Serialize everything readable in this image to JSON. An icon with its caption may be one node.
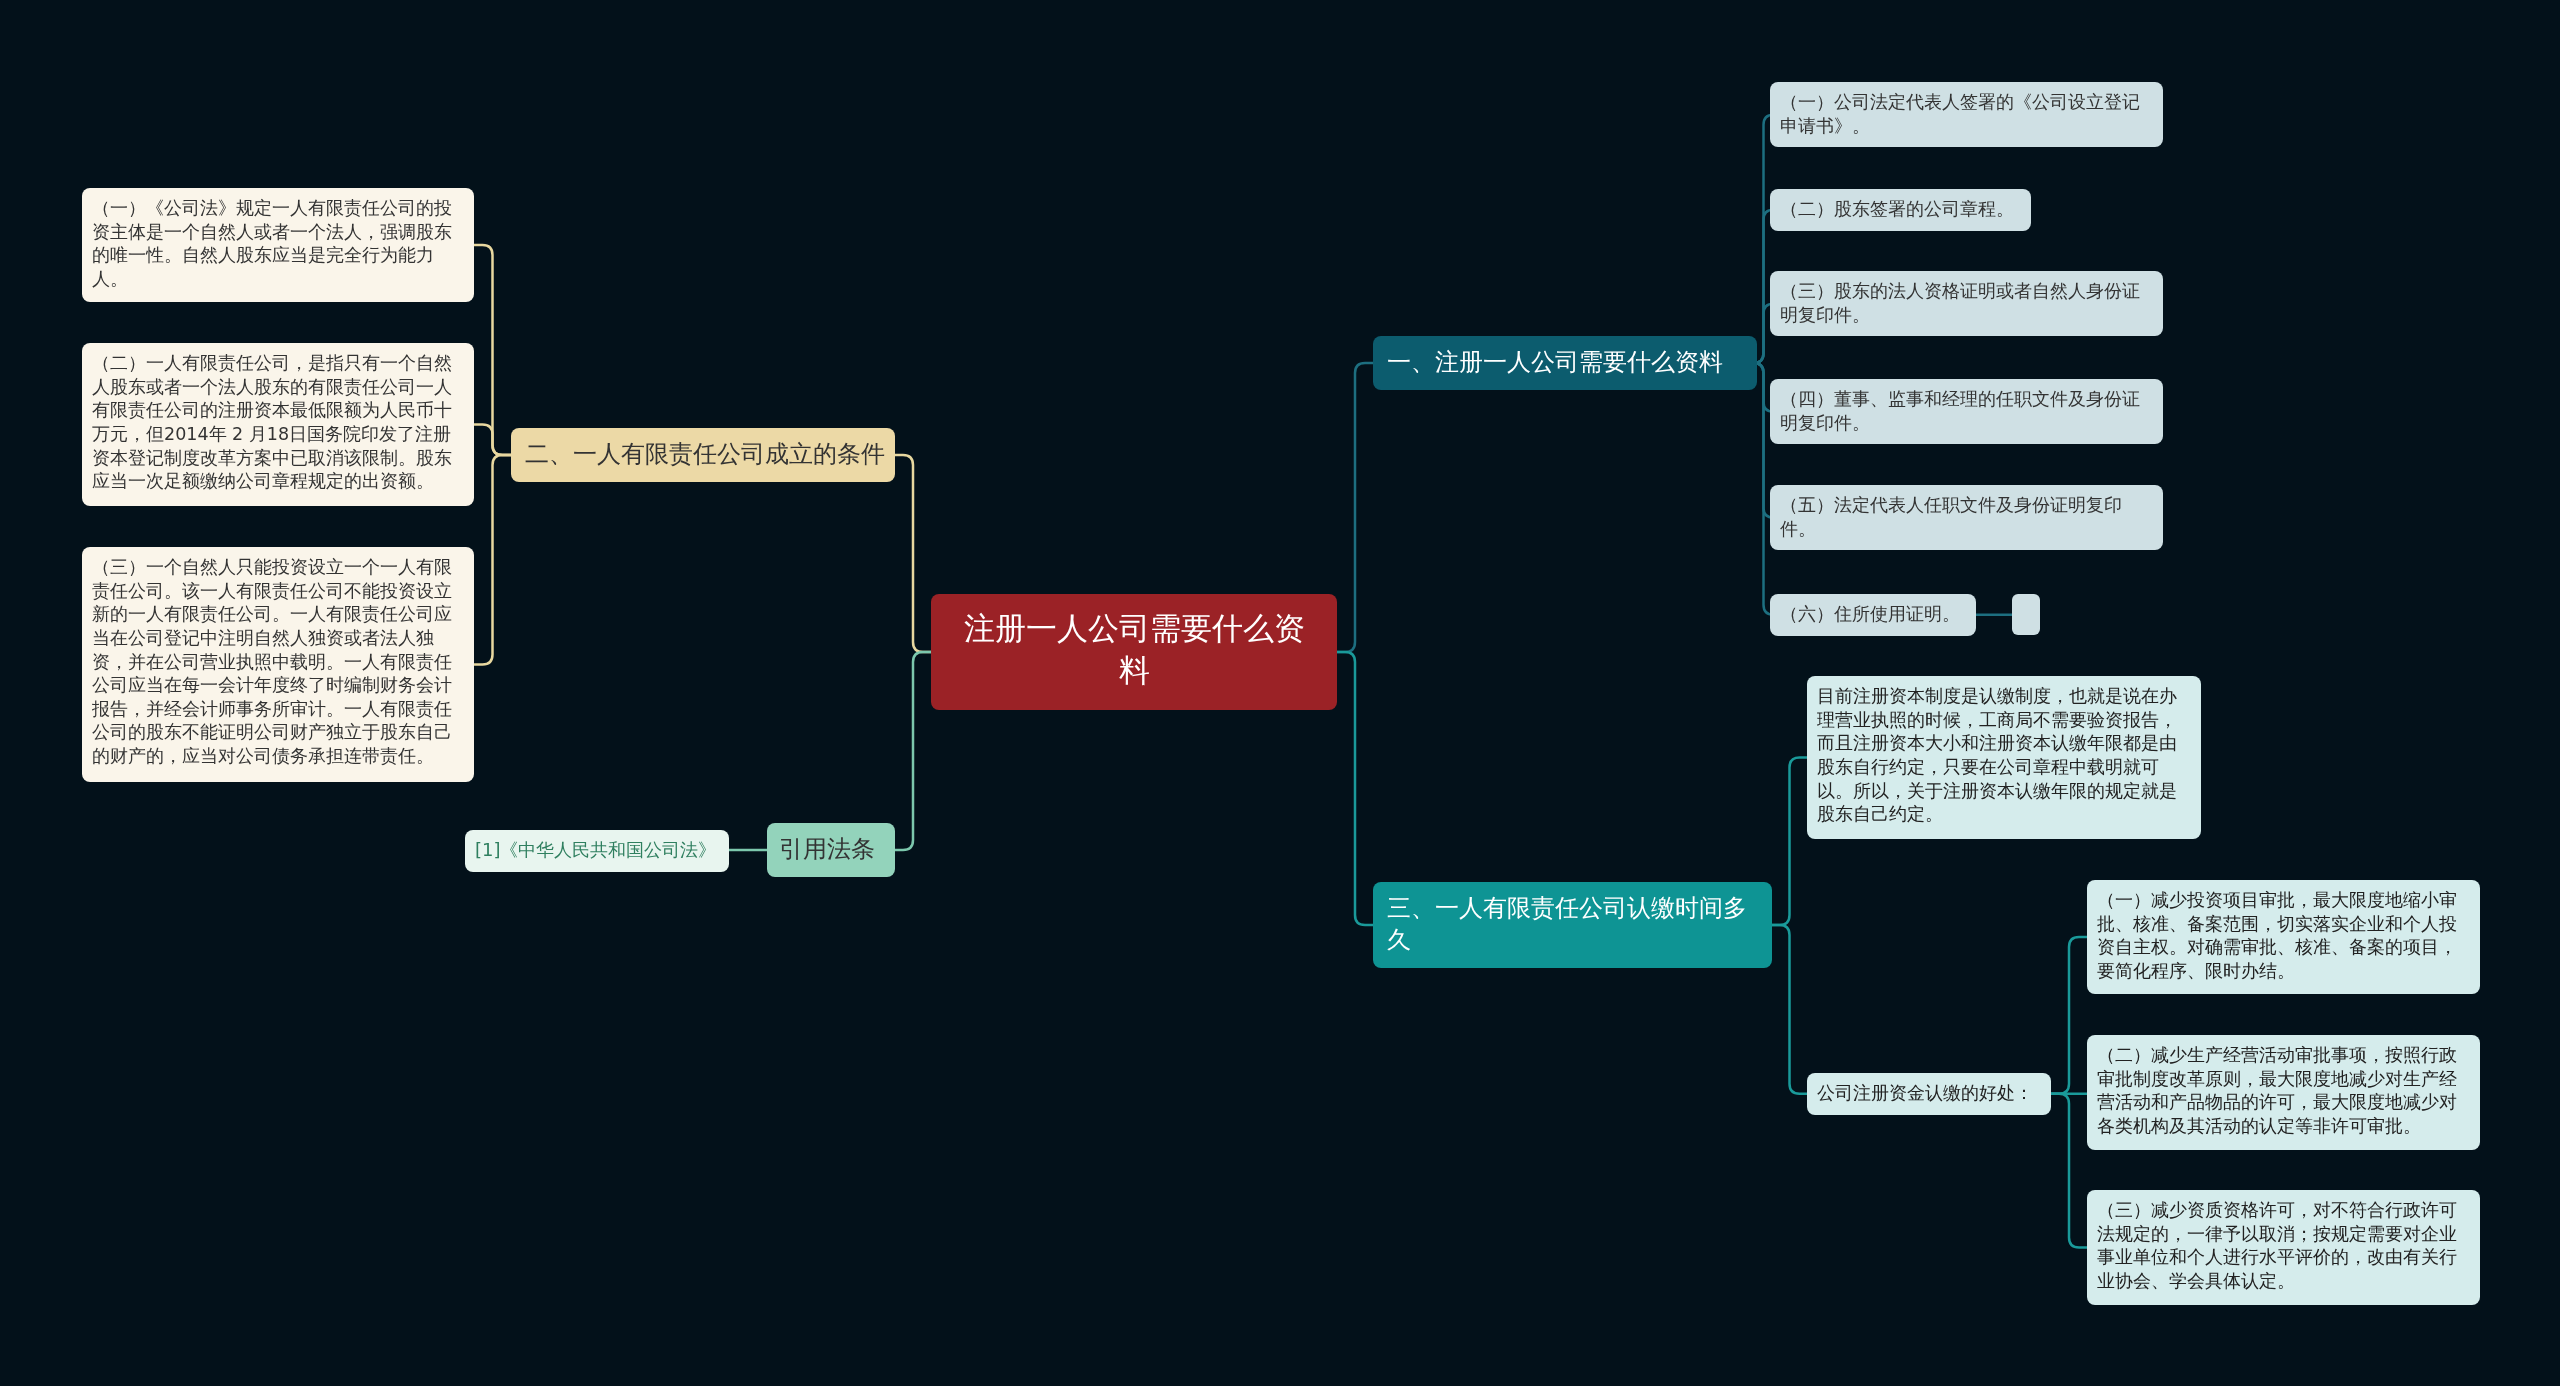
{
  "diagram": {
    "nodes": [
      {
        "text": [
          "注册一人公司需要什么资料"
        ]
      },
      {
        "text": [
          "一、注册一人公司需要什么资料"
        ]
      },
      {
        "text": [
          "（一）公司法定代表人签署的《公司设立登记申请书》。"
        ]
      },
      {
        "text": [
          "（二）股东签署的公司章程。"
        ]
      },
      {
        "text": [
          "（三）股东的法人资格证明或者自然人身份证明复印件。"
        ]
      },
      {
        "text": [
          "（四）董事、监事和经理的任职文件及身份证明复印件。"
        ]
      },
      {
        "text": [
          "（五）法定代表人任职文件及身份证明复印件。"
        ]
      },
      {
        "text": [
          "（六）住所使用证明。"
        ]
      },
      {
        "text": [],
        "shape": "box"
      },
      {
        "text": [
          "三、一人有限责任公司认缴时间多久"
        ]
      },
      {
        "text": [
          "目前注册资本制度是认缴制度，也就是说在办理营业执照的时候，工商局不需要验资报告，而且注册资本大小和注册资本认缴年限都是由股东自行约定，只要在公司章程中载明就可以。所以，关于注册资本认缴年限的规定就是股东自己约定。"
        ]
      },
      {
        "text": [
          "公司注册资金认缴的好处："
        ]
      },
      {
        "text": [
          "（一）减少投资项目审批，最大限度地缩小审批、核准、备案范围，切实落实企业和个人投资自主权。对确需审批、核准、备案的项目，要简化程序、限时办结。"
        ]
      },
      {
        "text": [
          "（二）减少生产经营活动审批事项，按照行政审批制度改革原则，最大限度地减少对生产经营活动和产品物品的许可，最大限度地减少对各类机构及其活动的认定等非许可审批。"
        ]
      },
      {
        "text": [
          "（三）减少资质资格许可，对不符合行政许可法规定的，一律予以取消；按规定需要对企业事业单位和个人进行水平评价的，改由有关行业协会、学会具体认定。"
        ]
      },
      {
        "text": [
          "二、一人有限责任公司成立的条件"
        ]
      },
      {
        "text": [
          "（一）《公司法》规定一人有限责任公司的投资主体是一个自然人或者一个法人，强调股东的唯一性。自然人股东应当是完全行为能力人。"
        ]
      },
      {
        "text": [
          "（二）一人有限责任公司，是指只有一个自然人股东或者一个法人股东的有限责任公司一人有限责任公司的注册资本最低限额为人民币十万元，但2014年 2 月18日国务院印发了注册资本登记制度改革方案中已取消该限制。股东应当一次足额缴纳公司章程规定的出资额。"
        ]
      },
      {
        "text": [
          "（三）一个自然人只能投资设立一个一人有限责任公司。该一人有限责任公司不能投资设立新的一人有限责任公司。一人有限责任公司应当在公司登记中注明自然人独资或者法人独资，并在公司营业执照中载明。一人有限责任公司应当在每一会计年度终了时编制财务会计报告，并经会计师事务所审计。一人有限责任公司的股东不能证明公司财产独立于股东自己的财产的，应当对公司债务承担连带责任。"
        ]
      },
      {
        "text": [
          "引用法条"
        ]
      },
      {
        "text": [
          "[1]《中华人民共和国公司法》"
        ]
      }
    ],
    "edges": [
      {
        "from": 0,
        "to": 1,
        "arrow": "none"
      },
      {
        "from": 1,
        "to": 2,
        "arrow": "none"
      },
      {
        "from": 1,
        "to": 3,
        "arrow": "none"
      },
      {
        "from": 1,
        "to": 4,
        "arrow": "none"
      },
      {
        "from": 1,
        "to": 5,
        "arrow": "none"
      },
      {
        "from": 1,
        "to": 6,
        "arrow": "none"
      },
      {
        "from": 1,
        "to": 7,
        "arrow": "none"
      },
      {
        "from": 7,
        "to": 8,
        "arrow": "none"
      },
      {
        "from": 0,
        "to": 9,
        "arrow": "none",
        "color": "#1a9a9a"
      },
      {
        "from": 9,
        "to": 10,
        "arrow": "none",
        "color": "#1a9a9a"
      },
      {
        "from": 9,
        "to": 11,
        "arrow": "none",
        "color": "#1a9a9a"
      },
      {
        "from": 11,
        "to": 12,
        "arrow": "none",
        "color": "#1a9a9a"
      },
      {
        "from": 11,
        "to": 13,
        "arrow": "none",
        "color": "#1a9a9a"
      },
      {
        "from": 11,
        "to": 14,
        "arrow": "none",
        "color": "#1a9a9a"
      },
      {
        "from": 0,
        "to": 15,
        "arrow": "none",
        "color": "#e8d8a0"
      },
      {
        "from": 15,
        "to": 16,
        "arrow": "none",
        "color": "#e8d8a0"
      },
      {
        "from": 15,
        "to": 17,
        "arrow": "none",
        "color": "#e8d8a0"
      },
      {
        "from": 15,
        "to": 18,
        "arrow": "none",
        "color": "#e8d8a0"
      },
      {
        "from": 0,
        "to": 19,
        "arrow": "none",
        "color": "#7cc8ad"
      },
      {
        "from": 19,
        "to": 20,
        "arrow": "none",
        "color": "#7cc8ad"
      }
    ]
  }
}
